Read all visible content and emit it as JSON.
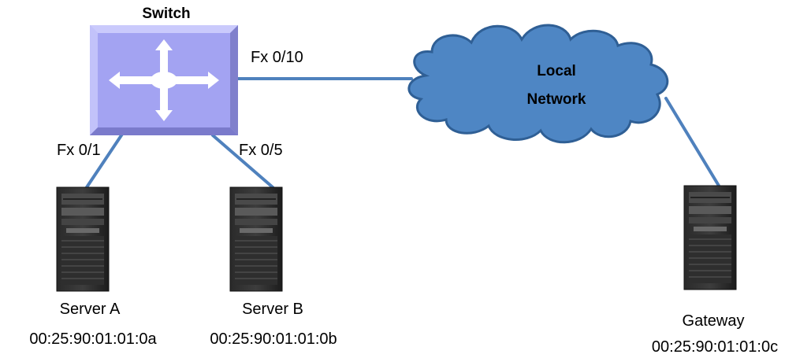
{
  "switch": {
    "title": "Switch",
    "icon": "switch-icon",
    "color": "#A9A9F5"
  },
  "ports": {
    "uplink": "Fx 0/10",
    "server_a": "Fx 0/1",
    "server_b": "Fx 0/5"
  },
  "network": {
    "label_line1": "Local",
    "label_line2": "Network",
    "icon": "cloud-icon",
    "color": "#4E86C4"
  },
  "link_color": "#4F81BD",
  "servers": [
    {
      "name": "Server A",
      "mac": "00:25:90:01:01:0a",
      "icon": "server-tower-icon"
    },
    {
      "name": "Server B",
      "mac": "00:25:90:01:01:0b",
      "icon": "server-tower-icon"
    },
    {
      "name": "Gateway",
      "mac": "00:25:90:01:01:0c",
      "icon": "server-tower-icon"
    }
  ]
}
